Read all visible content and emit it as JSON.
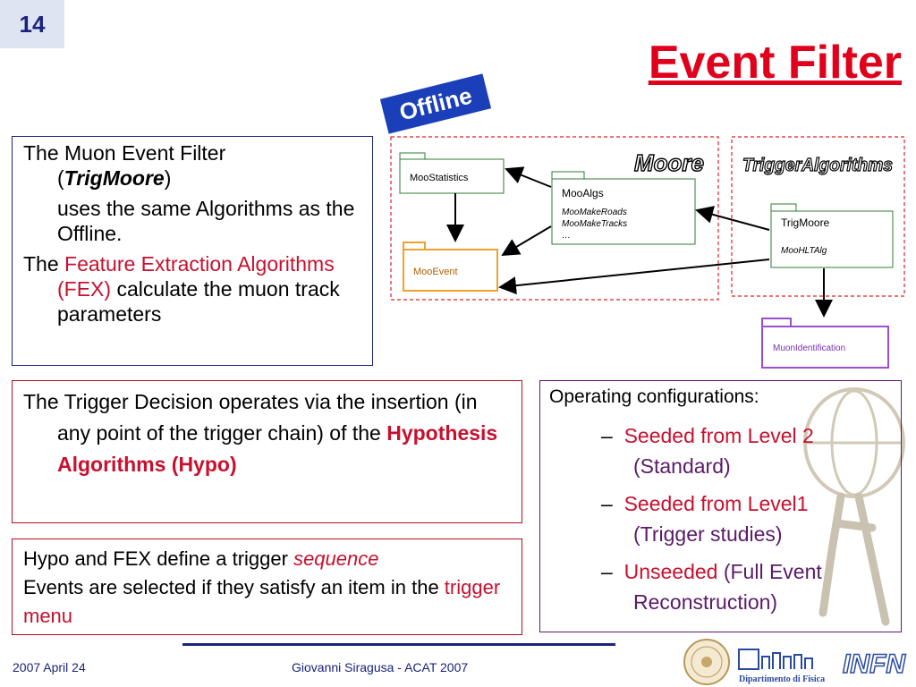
{
  "slide": {
    "number": "14",
    "title": "Event Filter"
  },
  "fex_box": {
    "line1": "The Muon Event Filter",
    "line2_open": "(",
    "line2_name": "TrigMoore",
    "line2_close": ")",
    "line3": "uses the same Algorithms as the Offline.",
    "line4_prefix": "The ",
    "line4_highlight": "Feature Extraction Algorithms (FEX)",
    "line4_suffix": " calculate the muon track parameters"
  },
  "trigger_box": {
    "text": "The Trigger Decision operates via the insertion (in any point of the trigger chain) of the ",
    "highlight": "Hypothesis Algorithms (Hypo)"
  },
  "hypo_box": {
    "line1_prefix": "Hypo and FEX define a trigger ",
    "line1_highlight": "sequence",
    "line2_prefix": "Events are selected if they satisfy an item in the ",
    "line2_highlight": "trigger menu"
  },
  "operating_box": {
    "heading": "Operating configurations:",
    "items": [
      {
        "dash": "–",
        "label": "Seeded from Level 2",
        "detail": "(Standard)"
      },
      {
        "dash": "–",
        "label": "Seeded from Level1",
        "detail": "(Trigger studies)"
      },
      {
        "dash": "–",
        "label": "Unseeded",
        "detail": "(Full Event Reconstruction)"
      }
    ]
  },
  "diagram": {
    "offline_tag": "Offline",
    "moore_label": "Moore",
    "trigger_label": "TriggerAlgorithms",
    "packages": {
      "moostatistics": "MooStatistics",
      "mooalgs": "MooAlgs",
      "mooalgs_sub1": "MooMakeRoads",
      "mooalgs_sub2": "MooMakeTracks",
      "mooalgs_sub3": "…",
      "mooevent": "MooEvent",
      "trigmoore": "TrigMoore",
      "trigmoore_sub": "MooHLTAlg",
      "muonid": "MuonIdentification"
    }
  },
  "footer": {
    "date": "2007 April 24",
    "author": "Giovanni Siragusa - ACAT 2007",
    "logo_text_1": "Dipartimento di Fisica",
    "logo_text_2": "INFN"
  },
  "colors": {
    "title": "#e0001b",
    "navy": "#1a237e",
    "purple": "#5a1a6a",
    "red": "#c8102e",
    "orange": "#f0a030",
    "violet": "#9a4fd0"
  }
}
